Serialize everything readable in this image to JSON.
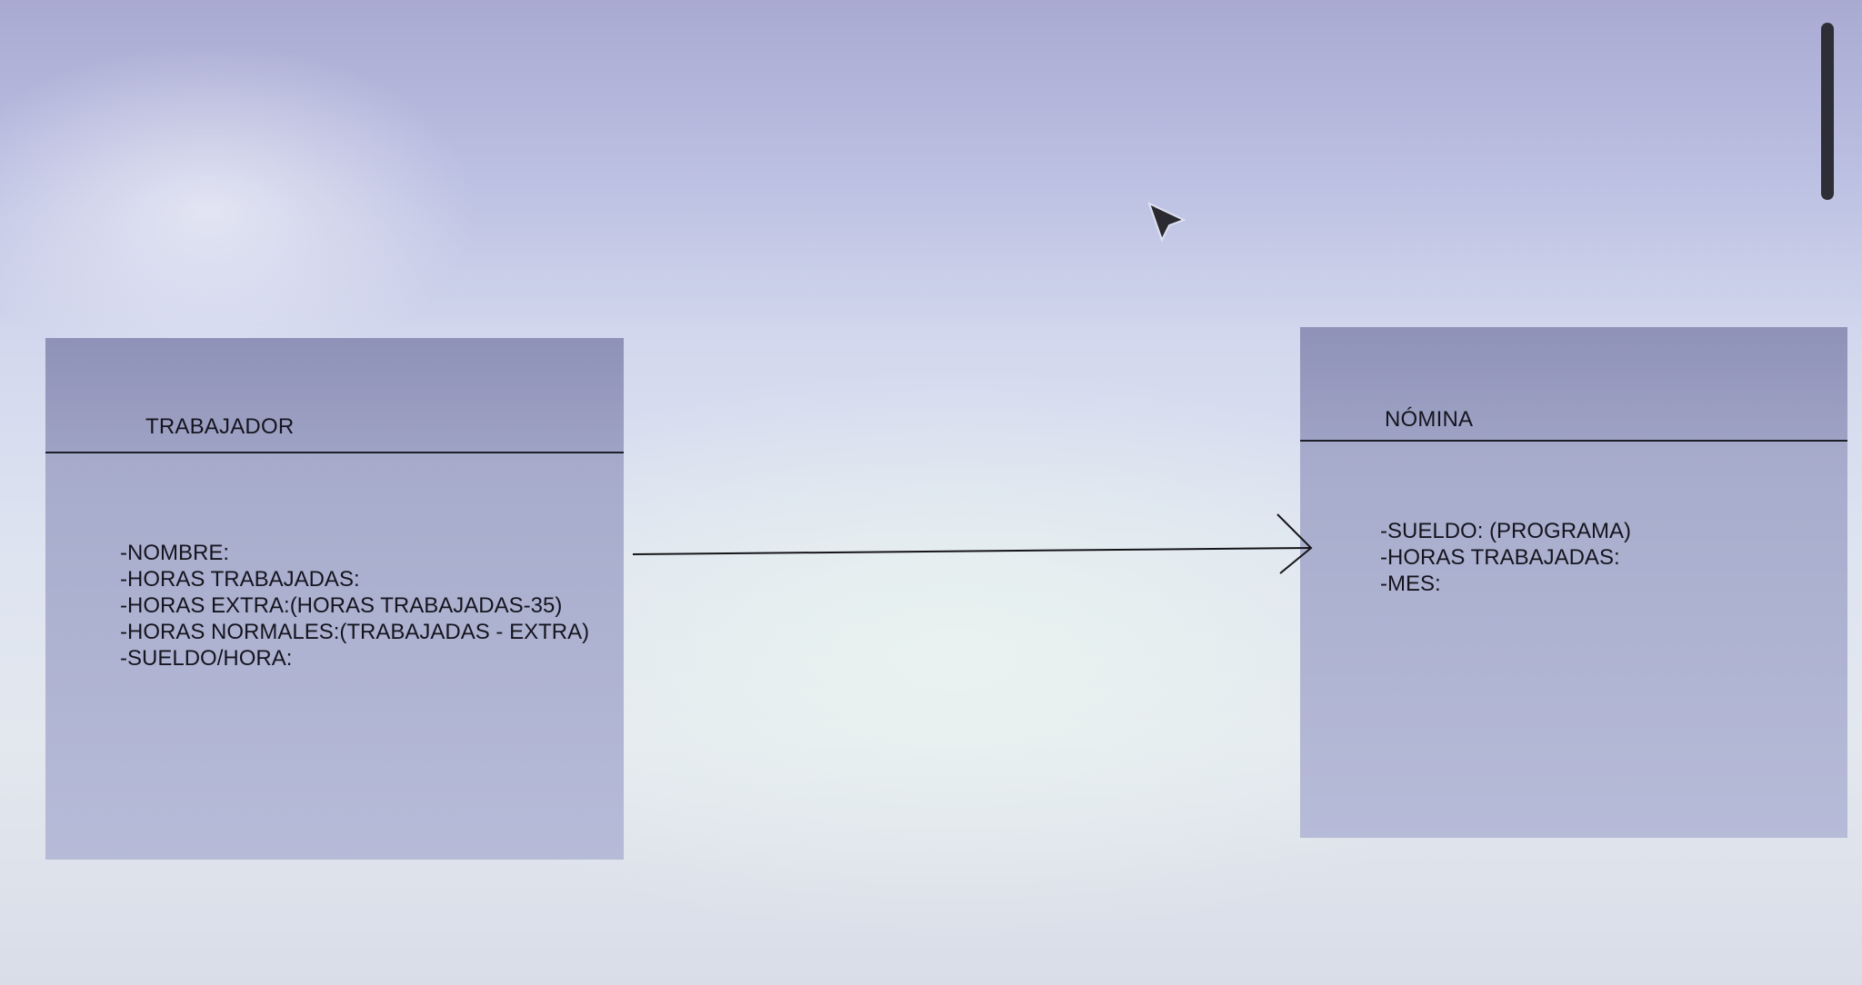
{
  "diagram": {
    "classes": [
      {
        "id": "trabajador",
        "name": "TRABAJADOR",
        "attributes": [
          "-NOMBRE:",
          "-HORAS TRABAJADAS:",
          "-HORAS EXTRA:(HORAS TRABAJADAS-35)",
          "-HORAS NORMALES:(TRABAJADAS - EXTRA)",
          "-SUELDO/HORA:"
        ]
      },
      {
        "id": "nomina",
        "name": "NÓMINA",
        "attributes": [
          "-SUELDO: (PROGRAMA)",
          "-HORAS TRABAJADAS:",
          "-MES:"
        ]
      }
    ],
    "relations": [
      {
        "from": "TRABAJADOR",
        "to": "NÓMINA",
        "type": "directed-association"
      }
    ]
  },
  "icons": {
    "cursor": "mouse-pointer-icon"
  }
}
